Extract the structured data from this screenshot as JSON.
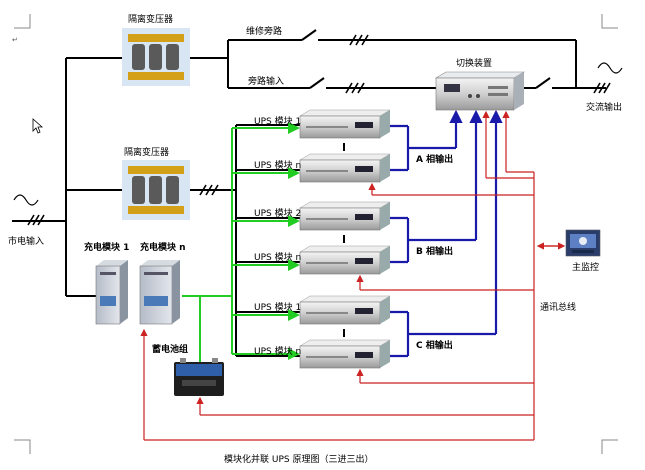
{
  "labels": {
    "transformer_top": "隔离变压器",
    "transformer_mid": "隔离变压器",
    "maintenance_bypass": "维修旁路",
    "bypass_input": "旁路输入",
    "switch_device": "切换装置",
    "ac_output": "交流输出",
    "mains_input": "市电输入",
    "charger_1": "充电模块 1",
    "charger_n": "充电模块 n",
    "battery": "蓄电池组",
    "ups_a1": "UPS 模块 1",
    "ups_an": "UPS 模块 n",
    "ups_b2": "UPS 模块 2",
    "ups_bn": "UPS 模块 n",
    "ups_c1": "UPS 模块 1",
    "ups_cn": "UPS 模块 n",
    "phase_a": "A 相输出",
    "phase_b": "B 相输出",
    "phase_c": "C 相输出",
    "comm_bus": "通讯总线",
    "main_monitor": "主监控",
    "caption": "模块化并联 UPS 原理图（三进三出）"
  },
  "colors": {
    "dc_line": "#22cc22",
    "phase_line": "#1a1aaa",
    "comm_line": "#cc2222",
    "ac_line": "#000000"
  }
}
